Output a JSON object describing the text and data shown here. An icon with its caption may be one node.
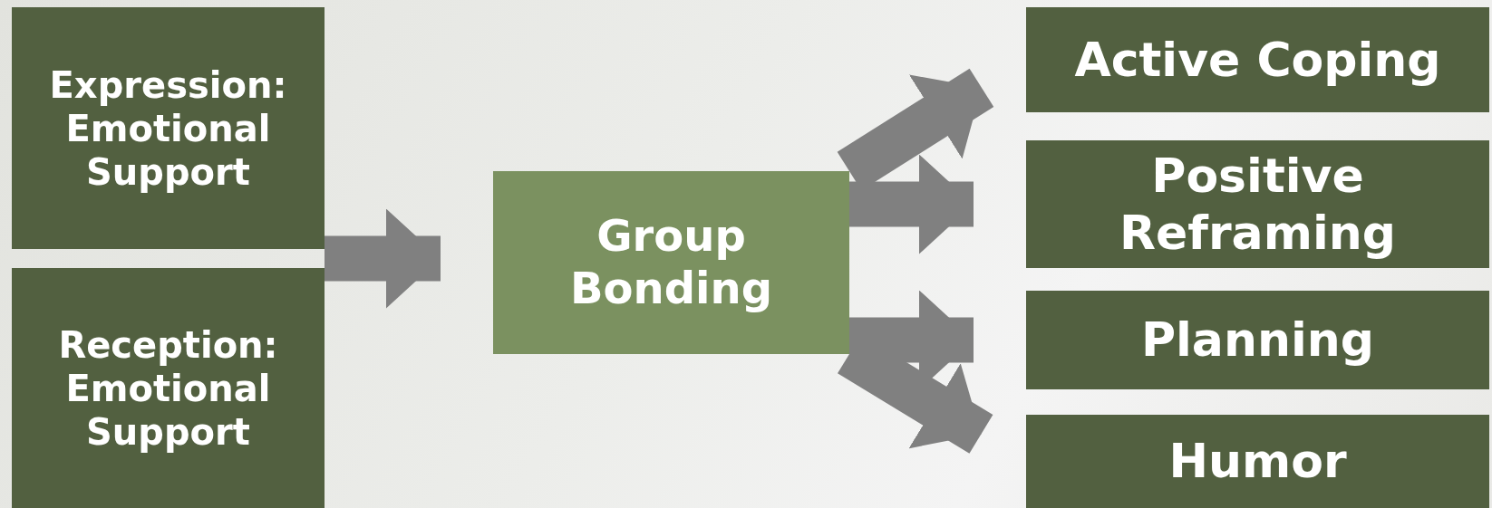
{
  "diagram": {
    "nodes": [
      {
        "text": [
          "Expression: Emotional Support"
        ]
      },
      {
        "text": [
          "Reception: Emotional Support"
        ]
      },
      {
        "text": [
          "Group Bonding"
        ]
      },
      {
        "text": [
          "Active Coping"
        ]
      },
      {
        "text": [
          "Positive Reframing"
        ]
      },
      {
        "text": [
          "Planning"
        ]
      },
      {
        "text": [
          "Humor"
        ]
      }
    ],
    "edges": [
      {
        "from": 0,
        "to": 2,
        "arrow": "to"
      },
      {
        "from": 1,
        "to": 2,
        "arrow": "to"
      },
      {
        "from": 2,
        "to": 3,
        "arrow": "to"
      },
      {
        "from": 2,
        "to": 4,
        "arrow": "to"
      },
      {
        "from": 2,
        "to": 5,
        "arrow": "to"
      },
      {
        "from": 2,
        "to": 6,
        "arrow": "to"
      }
    ]
  }
}
